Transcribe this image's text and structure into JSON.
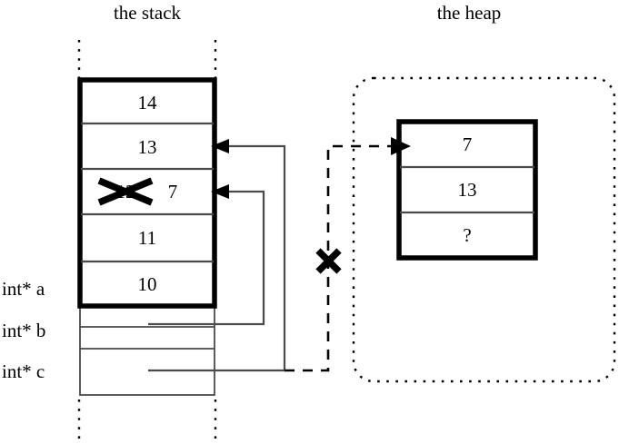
{
  "titles": {
    "stack": "the stack",
    "heap": "the heap"
  },
  "stack": {
    "frame_rows": [
      {
        "value": "14"
      },
      {
        "value": "13"
      },
      {
        "value": "12",
        "struck_out": true,
        "new_value": "7"
      },
      {
        "value": "11"
      },
      {
        "value": "10"
      }
    ],
    "pointer_rows": [
      {
        "label": "int* a",
        "value": ""
      },
      {
        "label": "int* b",
        "value": ""
      },
      {
        "label": "int* c",
        "value": ""
      }
    ]
  },
  "heap": {
    "block_rows": [
      {
        "value": "7"
      },
      {
        "value": "13"
      },
      {
        "value": "?"
      }
    ]
  },
  "annotations": {
    "cross_out_stack_cell": "✗",
    "cross_out_heap_pointer": "✗"
  },
  "colors": {
    "stroke": "#000000",
    "thin_stroke": "#555555",
    "background": "#ffffff"
  }
}
